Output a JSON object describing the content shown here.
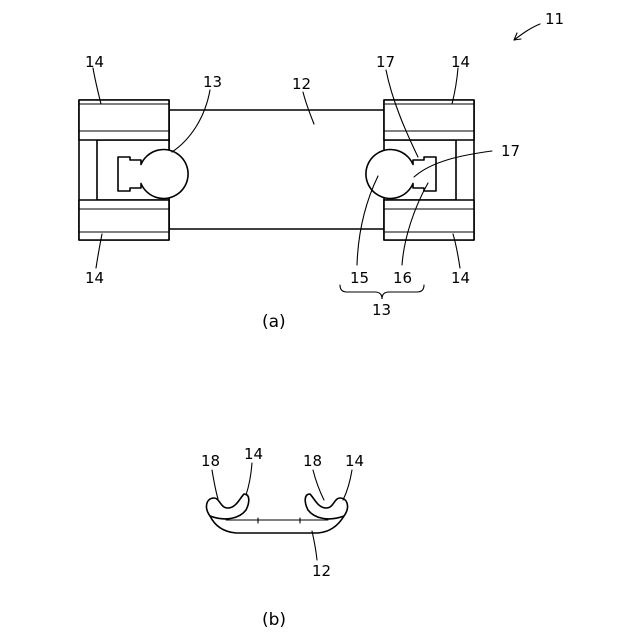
{
  "figure_a": {
    "caption": "(a)",
    "labels": {
      "ref_11": "11",
      "ref_12": "12",
      "ref_13_top": "13",
      "ref_13_bottom": "13",
      "ref_14_top_left": "14",
      "ref_14_top_right": "14",
      "ref_14_bottom_left": "14",
      "ref_14_bottom_right": "14",
      "ref_15": "15",
      "ref_16": "16",
      "ref_17_upper": "17",
      "ref_17_right": "17"
    }
  },
  "figure_b": {
    "caption": "(b)",
    "labels": {
      "ref_18_left": "18",
      "ref_14_left": "14",
      "ref_18_right": "18",
      "ref_14_right": "14",
      "ref_12": "12"
    }
  }
}
